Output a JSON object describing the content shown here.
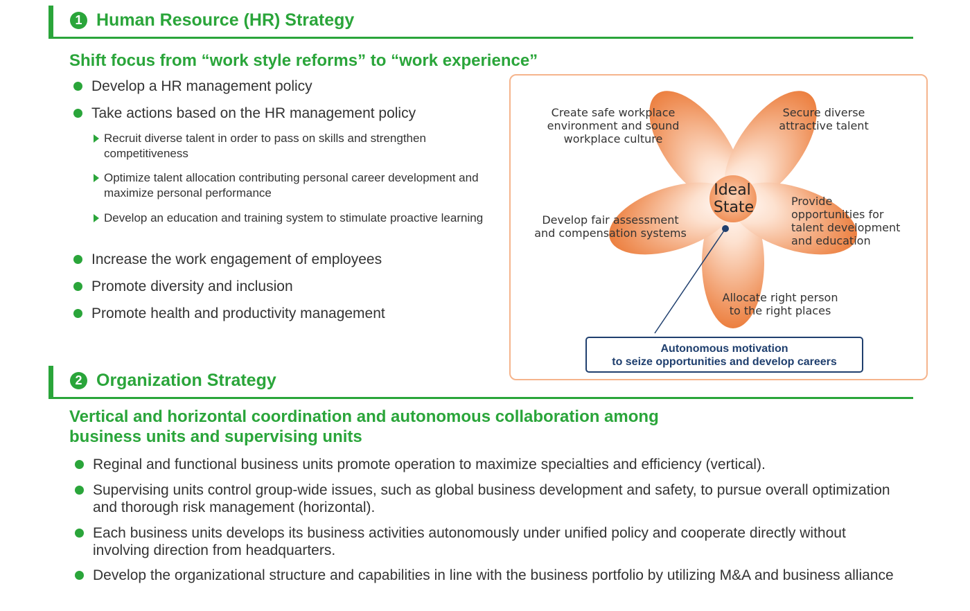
{
  "hr_section": {
    "number": "1",
    "title": "Human Resource (HR) Strategy",
    "subheading": "Shift focus from “work style reforms” to “work experience”",
    "bullets": [
      "Develop a HR management policy",
      "Take actions based on the HR management policy",
      "Increase the work engagement of employees",
      "Promote diversity and inclusion",
      "Promote health and productivity management"
    ],
    "sub_bullets": [
      "Recruit diverse talent in order to pass on skills and strengthen competitiveness",
      "Optimize talent allocation contributing personal career development and maximize personal performance",
      "Develop an education and training system to stimulate proactive learning"
    ]
  },
  "diagram": {
    "center": [
      "Ideal",
      "State"
    ],
    "petals": {
      "top_left": [
        "Create safe workplace",
        "environment and sound",
        "workplace culture"
      ],
      "top_right": [
        "Secure diverse",
        "attractive talent"
      ],
      "right": [
        "Provide",
        "opportunities for",
        "talent development",
        "and education"
      ],
      "bottom": [
        "Allocate right person",
        "to the right places"
      ],
      "left": [
        "Develop fair assessment",
        "and compensation  systems"
      ]
    },
    "motivation": [
      "Autonomous motivation",
      "to seize opportunities and develop careers"
    ],
    "colors": {
      "petal": "#ef8a4f",
      "border": "#f5b48c",
      "navy": "#1f3f6e"
    }
  },
  "org_section": {
    "number": "2",
    "title": "Organization Strategy",
    "subheading": [
      "Vertical and horizontal coordination and autonomous collaboration among",
      "business units and supervising units"
    ],
    "bullets": [
      "Reginal and functional business units promote operation to maximize specialties and efficiency (vertical).",
      "Supervising units control group-wide issues, such as global business development and safety, to pursue overall optimization and thorough risk management (horizontal).",
      "Each business units develops its business activities autonomously under unified policy and cooperate directly without involving direction from headquarters.",
      "Develop the organizational structure and capabilities in line with the business portfolio by utilizing M&A and business alliance"
    ]
  },
  "colors": {
    "green": "#2aa53a",
    "text": "#333333"
  }
}
